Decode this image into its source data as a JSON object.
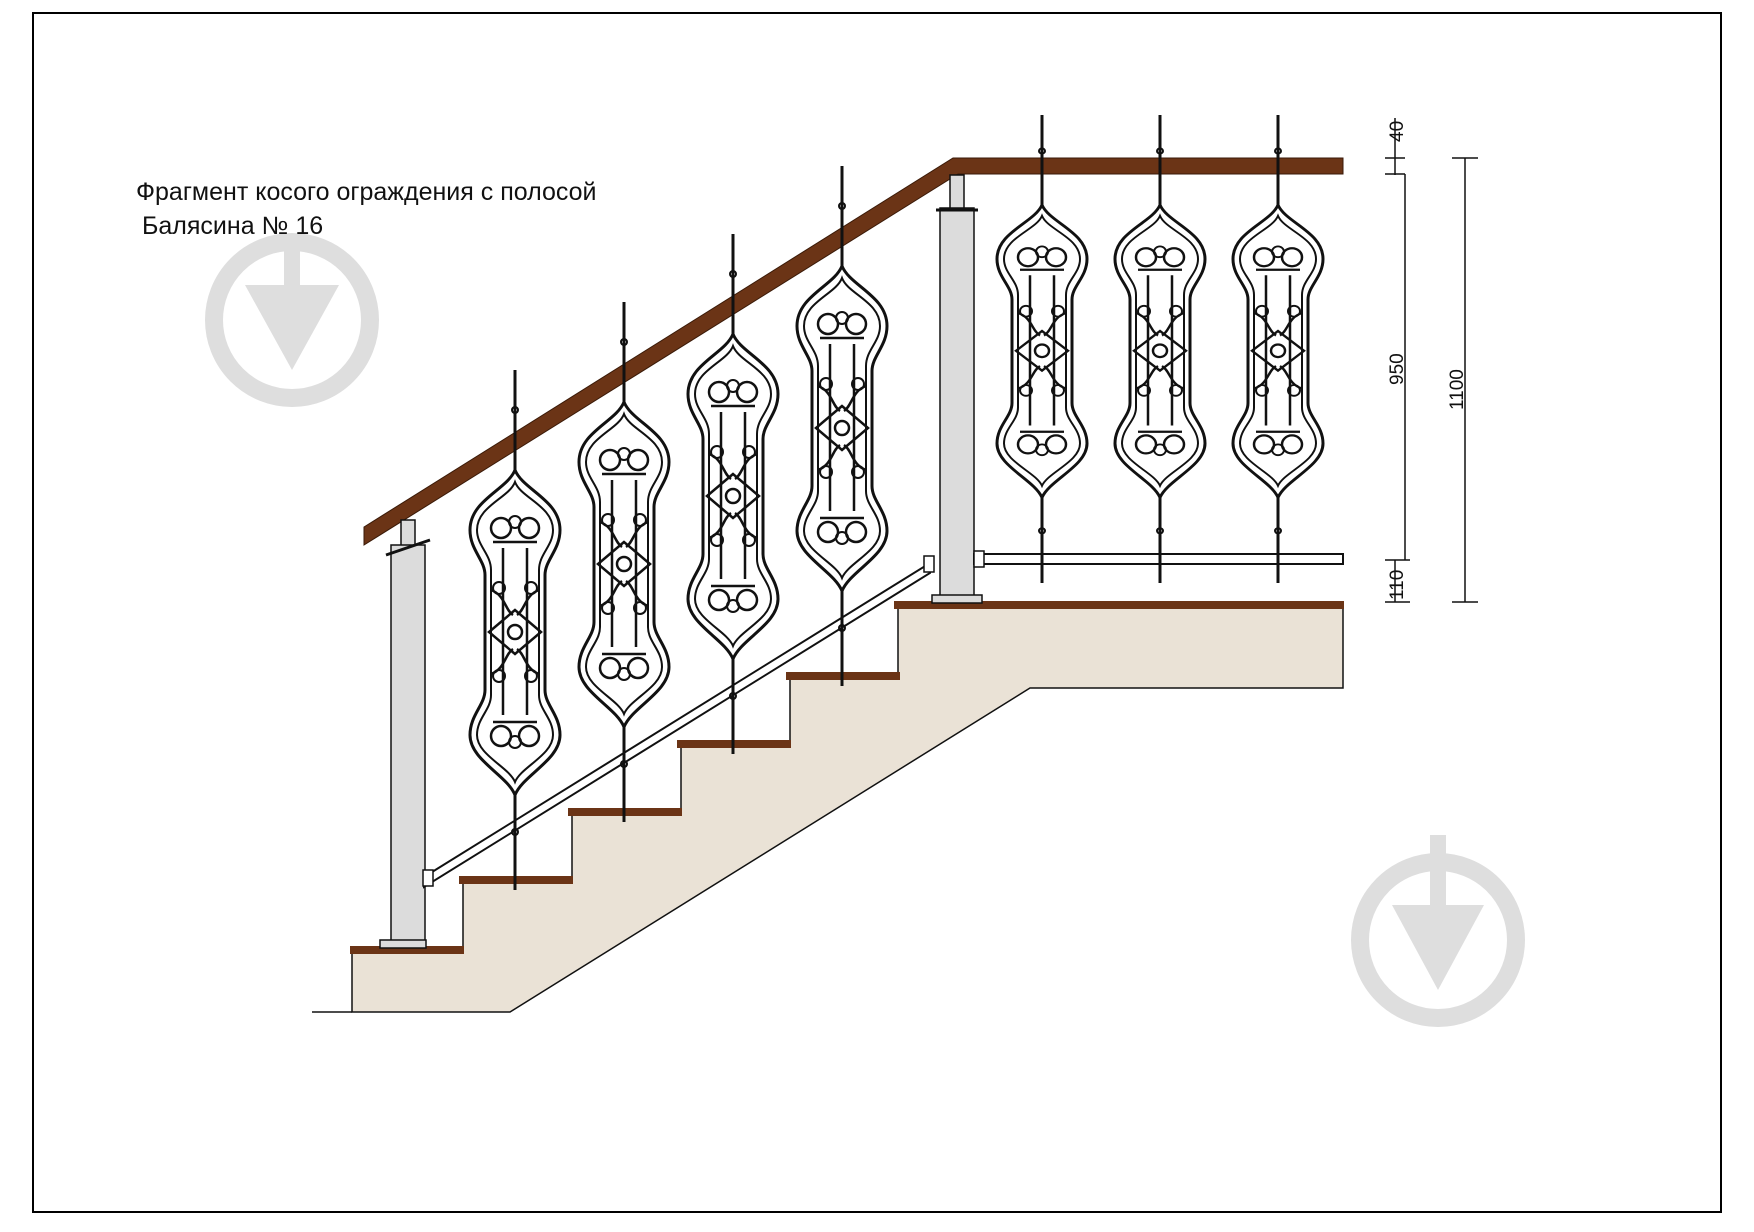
{
  "caption": {
    "title": "Фрагмент косого ограждения с полосой",
    "subtitle": "Балясина № 16"
  },
  "dimensions": {
    "handrail_thickness": "40",
    "baluster_height": "950",
    "total_height": "1100",
    "bottom_gap": "110"
  },
  "colors": {
    "handrail": "#6b3416",
    "stair_body": "#eae2d6",
    "tread": "#6b3416",
    "post": "#dcdcdc",
    "watermark": "#dedede",
    "line": "#111111"
  },
  "icons": {
    "watermark": "download-arrow-circle-icon"
  }
}
